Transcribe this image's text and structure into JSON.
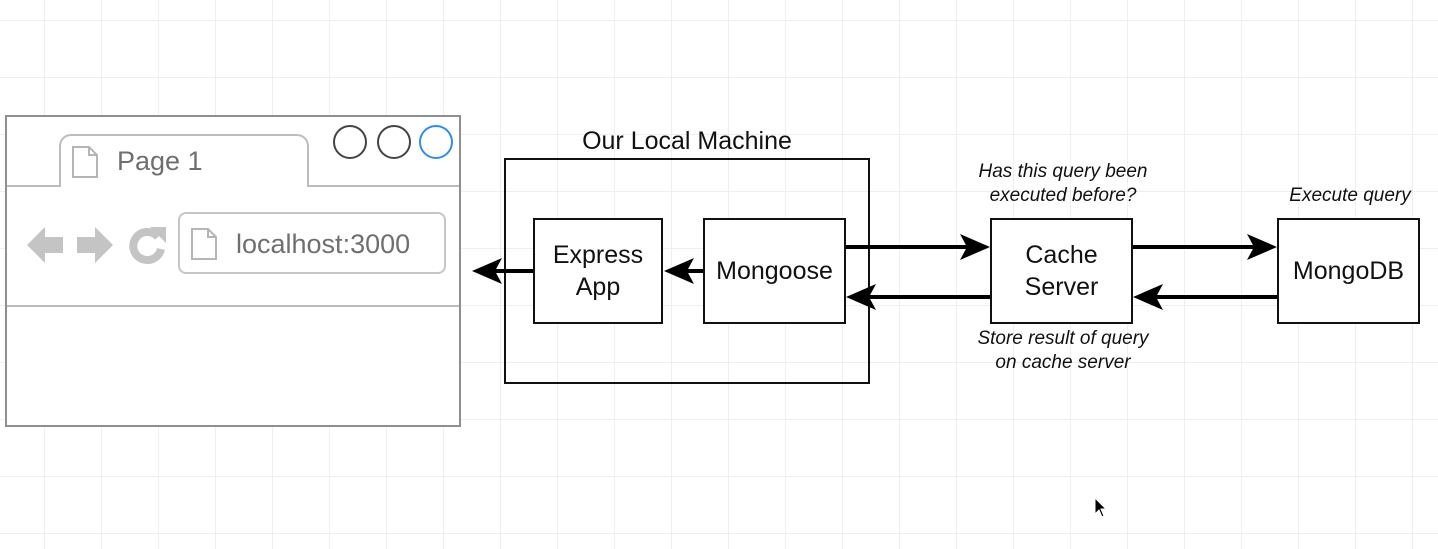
{
  "browser": {
    "tab_title": "Page 1",
    "address": "localhost:3000",
    "icons": {
      "tab_page": "document-icon",
      "back": "back-arrow-icon",
      "forward": "forward-arrow-icon",
      "reload": "reload-icon",
      "address_page": "document-icon"
    },
    "window_buttons": [
      "close",
      "minimize",
      "maximize"
    ],
    "accent_color": "#2f8fe6"
  },
  "diagram": {
    "group_title": "Our Local Machine",
    "nodes": {
      "express": {
        "line1": "Express",
        "line2": "App"
      },
      "mongoose": {
        "line1": "Mongoose"
      },
      "cache": {
        "line1": "Cache",
        "line2": "Server"
      },
      "mongodb": {
        "line1": "MongoDB"
      }
    },
    "notes": {
      "has_query_line1": "Has this query been",
      "has_query_line2": "executed before?",
      "execute": "Execute query",
      "store_line1": "Store result of query",
      "store_line2": "on cache server"
    },
    "edges": [
      {
        "from": "express",
        "to": "browser"
      },
      {
        "from": "mongoose",
        "to": "express"
      },
      {
        "from": "mongoose",
        "to": "cache"
      },
      {
        "from": "cache",
        "to": "mongoose"
      },
      {
        "from": "cache",
        "to": "mongodb"
      },
      {
        "from": "mongodb",
        "to": "cache"
      }
    ]
  }
}
